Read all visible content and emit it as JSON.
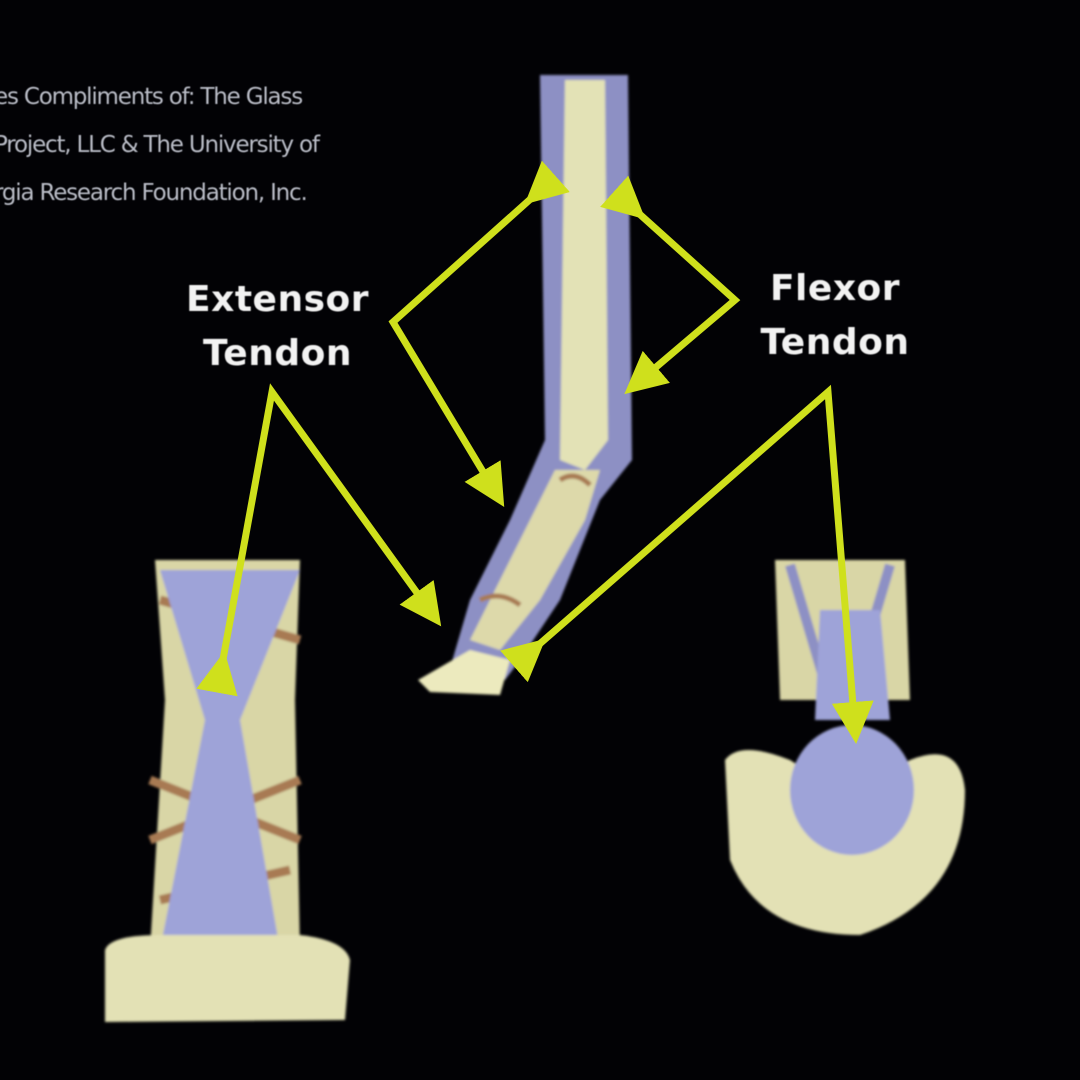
{
  "credit": {
    "lines": [
      "es Compliments of: The Glass",
      "Project, LLC & The University of",
      "rgia Research Foundation, Inc."
    ]
  },
  "labels": {
    "extensor": [
      "Extensor",
      "Tendon"
    ],
    "flexor": [
      "Flexor",
      "Tendon"
    ]
  },
  "colors": {
    "background": "#020205",
    "arrow": "#cfe01c",
    "bone": "#e6e4b8",
    "tendon": "#9ea3d8",
    "ligament": "#a87a52"
  }
}
